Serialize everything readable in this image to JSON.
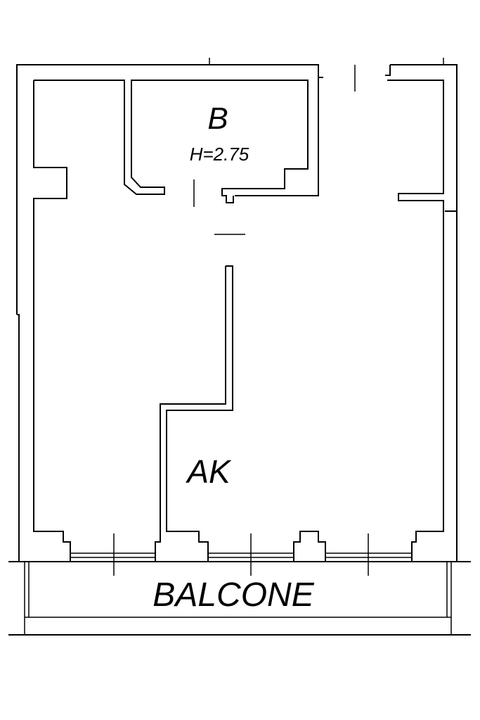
{
  "rooms": {
    "bathroom": {
      "label": "B",
      "height_label": "H=2.75"
    },
    "main": {
      "label": "AK"
    },
    "balcony": {
      "label": "BALCONE"
    }
  },
  "colors": {
    "line": "#000000",
    "background": "#ffffff"
  }
}
